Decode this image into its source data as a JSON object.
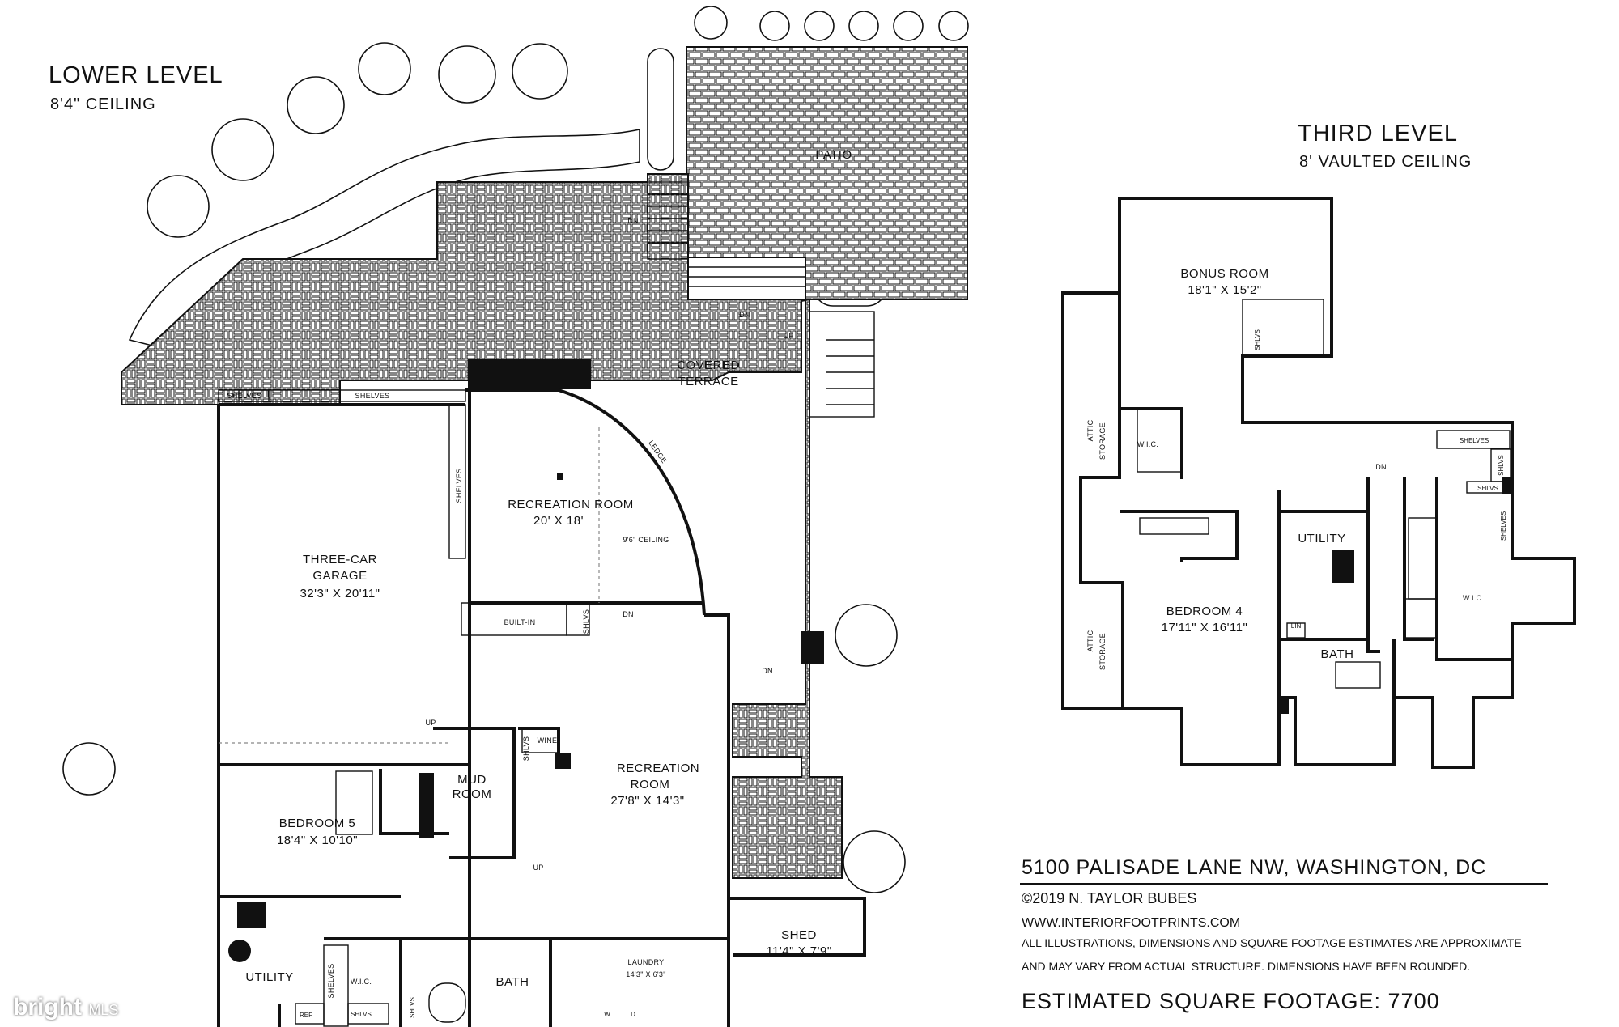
{
  "lower_level": {
    "title": "LOWER LEVEL",
    "ceiling": "8'4\" CEILING",
    "rooms": {
      "patio": "PATIO",
      "covered_terrace_1": "COVERED",
      "covered_terrace_2": "TERRACE",
      "garage_1": "THREE-CAR",
      "garage_2": "GARAGE",
      "garage_dim": "32'3\" X 20'11\"",
      "rec1_name": "RECREATION ROOM",
      "rec1_dim": "20' X 18'",
      "rec1_ceiling": "9'6\" CEILING",
      "rec2_name_1": "RECREATION",
      "rec2_name_2": "ROOM",
      "rec2_dim": "27'8\" X 14'3\"",
      "bed5_name": "BEDROOM 5",
      "bed5_dim": "18'4\" X 10'10\"",
      "mud_1": "MUD",
      "mud_2": "ROOM",
      "utility": "UTILITY",
      "wic": "W.I.C.",
      "bath": "BATH",
      "laundry_name": "LAUNDRY",
      "laundry_dim": "14'3\" X 6'3\"",
      "shed_name": "SHED",
      "shed_dim": "11'4\" X 7'9\""
    },
    "labels": {
      "shelves": "SHELVES",
      "shlvs": "SHLVS",
      "built_in": "BUILT-IN",
      "wine": "WINE",
      "ledge": "LEDGE",
      "dn": "DN",
      "up": "UP",
      "ref": "REF",
      "w": "W",
      "d": "D"
    }
  },
  "third_level": {
    "title": "THIRD LEVEL",
    "ceiling": "8' VAULTED CEILING",
    "rooms": {
      "bonus_name": "BONUS ROOM",
      "bonus_dim": "18'1\" X 15'2\"",
      "attic_1": "ATTIC",
      "attic_2": "STORAGE",
      "wic": "W.I.C.",
      "utility": "UTILITY",
      "bed4_name": "BEDROOM 4",
      "bed4_dim": "17'11\" X 16'11\"",
      "bath": "BATH",
      "lin": "LIN",
      "shelves": "SHELVES",
      "shlvs": "SHLVS",
      "dn": "DN"
    }
  },
  "info": {
    "address": "5100 PALISADE LANE NW, WASHINGTON, DC",
    "copyright": "©2019 N. TAYLOR BUBES",
    "website": "WWW.INTERIORFOOTPRINTS.COM",
    "disclaimer_1": "ALL ILLUSTRATIONS, DIMENSIONS AND SQUARE FOOTAGE ESTIMATES ARE APPROXIMATE",
    "disclaimer_2": "AND MAY VARY FROM ACTUAL STRUCTURE. DIMENSIONS HAVE BEEN ROUNDED.",
    "sqft": "ESTIMATED SQUARE FOOTAGE: 7700"
  },
  "watermark": {
    "brand": "bright",
    "suffix": "MLS"
  }
}
